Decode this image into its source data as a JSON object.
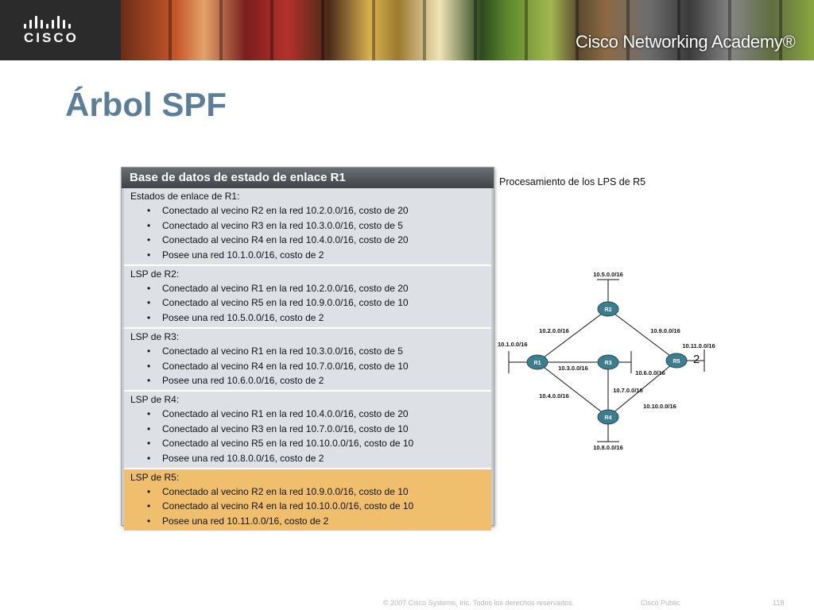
{
  "header": {
    "brand": "CISCO",
    "academy": "Cisco Networking Academy®"
  },
  "slide": {
    "title": "Árbol SPF"
  },
  "database": {
    "title": "Base de datos de estado de enlace R1",
    "sections": [
      {
        "label": "Estados de enlace de R1:",
        "items": [
          "Conectado al vecino R2 en la red 10.2.0.0/16, costo de 20",
          "Conectado al vecino R3 en la red 10.3.0.0/16, costo de 5",
          "Conectado al vecino R4 en la red 10.4.0.0/16, costo de 20",
          "Posee una red 10.1.0.0/16, costo de 2"
        ]
      },
      {
        "label": "LSP de R2:",
        "items": [
          "Conectado al vecino R1 en la red 10.2.0.0/16, costo de 20",
          "Conectado al vecino R5 en la red 10.9.0.0/16, costo de 10",
          "Posee una red 10.5.0.0/16, costo de 2"
        ]
      },
      {
        "label": "LSP de R3:",
        "items": [
          "Conectado al vecino R1 en la red 10.3.0.0/16, costo de 5",
          "Conectado al vecino R4 en la red 10.7.0.0/16, costo de 10",
          "Posee una red 10.6.0.0/16, costo de 2"
        ]
      },
      {
        "label": "LSP de R4:",
        "items": [
          "Conectado al vecino R1 en la red 10.4.0.0/16, costo de 20",
          "Conectado al vecino R3 en la red 10.7.0.0/16, costo de 10",
          "Conectado al vecino R5 en la red 10.10.0.0/16, costo de 10",
          "Posee una red 10.8.0.0/16, costo de 2"
        ]
      },
      {
        "label": "LSP de R5:",
        "highlight_color": "#f0bf6e",
        "items": [
          "Conectado al vecino R2 en la red 10.9.0.0/16, costo de 10",
          "Conectado al vecino R4 en la red 10.10.0.0/16, costo de 10",
          "Posee una red 10.11.0.0/16, costo de 2"
        ]
      }
    ]
  },
  "topology": {
    "title": "Procesamiento de los LPS de R5",
    "routers": [
      "R1",
      "R2",
      "R3",
      "R4",
      "R5"
    ],
    "networks": {
      "n1": "10.1.0.0/16",
      "n2": "10.2.0.0/16",
      "n3": "10.3.0.0/16",
      "n4": "10.4.0.0/16",
      "n5": "10.5.0.0/16",
      "n6": "10.6.0.0/16",
      "n7": "10.7.0.0/16",
      "n8": "10.8.0.0/16",
      "n9": "10.9.0.0/16",
      "n10": "10.10.0.0/16",
      "n11": "10.11.0.0/16"
    },
    "cost_annotation": "2",
    "router_color": "#3d7e8e"
  },
  "footer": {
    "copyright": "© 2007 Cisco Systems, Inc. Todos los derechos reservados.",
    "classification": "Cisco Public",
    "page": "118"
  }
}
